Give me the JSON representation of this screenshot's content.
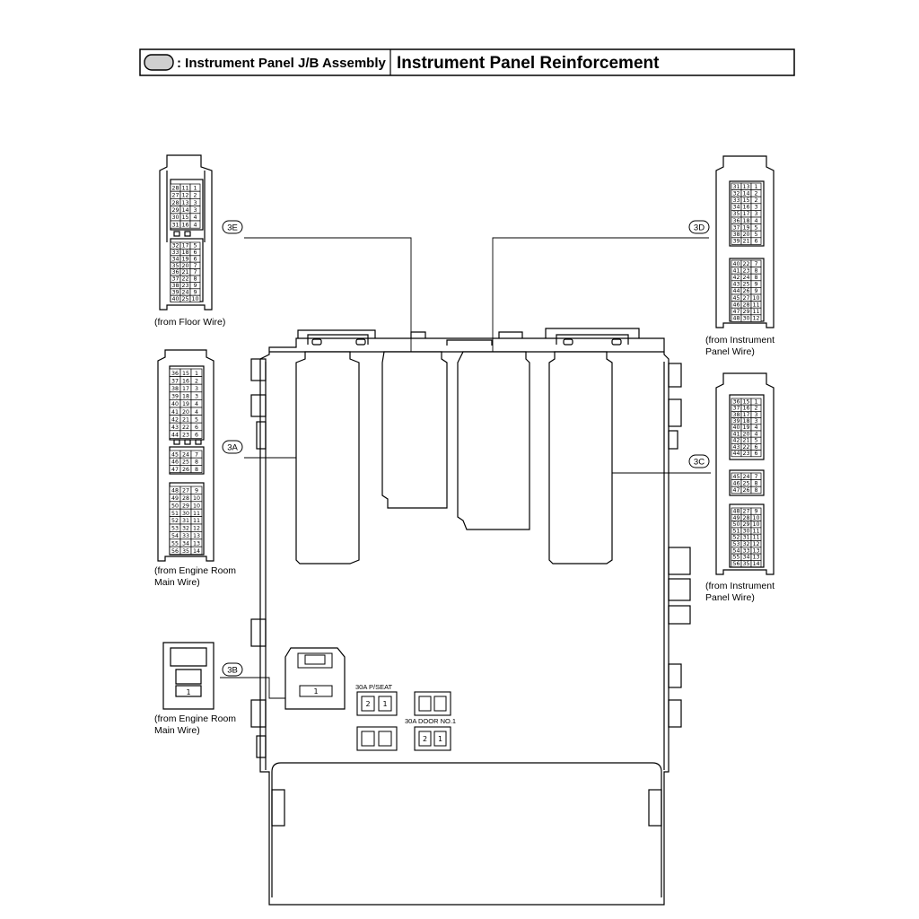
{
  "header": {
    "legend_text": ": Instrument Panel J/B Assembly",
    "location_title": "Instrument Panel Reinforcement"
  },
  "connectors": {
    "3E": {
      "id": "3E",
      "source": "(from Floor Wire)",
      "pins_a": [
        [
          "28",
          "11",
          "1"
        ],
        [
          "27",
          "12",
          "2"
        ],
        [
          "28",
          "13",
          "3"
        ],
        [
          "29",
          "14",
          "3"
        ],
        [
          "30",
          "15",
          "4"
        ],
        [
          "31",
          "16",
          "4"
        ]
      ],
      "pins_b": [
        [
          "32",
          "17",
          "5"
        ],
        [
          "33",
          "18",
          "6"
        ],
        [
          "34",
          "19",
          "6"
        ],
        [
          "35",
          "20",
          "7"
        ],
        [
          "36",
          "21",
          "7"
        ],
        [
          "37",
          "22",
          "8"
        ],
        [
          "38",
          "23",
          "9"
        ],
        [
          "39",
          "24",
          "9"
        ],
        [
          "40",
          "25",
          "10"
        ]
      ]
    },
    "3A": {
      "id": "3A",
      "source_line1": "(from Engine Room",
      "source_line2": "Main Wire)",
      "pins_a": [
        [
          "36",
          "15",
          "1"
        ],
        [
          "37",
          "16",
          "2"
        ],
        [
          "38",
          "17",
          "3"
        ],
        [
          "39",
          "18",
          "3"
        ],
        [
          "40",
          "19",
          "4"
        ],
        [
          "41",
          "20",
          "4"
        ],
        [
          "42",
          "21",
          "5"
        ],
        [
          "43",
          "22",
          "6"
        ],
        [
          "44",
          "23",
          "6"
        ]
      ],
      "pins_b": [
        [
          "45",
          "24",
          "7"
        ],
        [
          "46",
          "25",
          "8"
        ],
        [
          "47",
          "26",
          "8"
        ]
      ],
      "pins_c": [
        [
          "48",
          "27",
          "9"
        ],
        [
          "49",
          "28",
          "10"
        ],
        [
          "50",
          "29",
          "10"
        ],
        [
          "51",
          "30",
          "11"
        ],
        [
          "52",
          "31",
          "11"
        ],
        [
          "53",
          "32",
          "12"
        ],
        [
          "54",
          "33",
          "13"
        ],
        [
          "55",
          "34",
          "13"
        ],
        [
          "56",
          "35",
          "14"
        ]
      ]
    },
    "3B": {
      "id": "3B",
      "source_line1": "(from Engine Room",
      "source_line2": "Main Wire)",
      "pin": "1"
    },
    "3D": {
      "id": "3D",
      "source_line1": "(from Instrument",
      "source_line2": "Panel Wire)",
      "pins_a": [
        [
          "31",
          "13",
          "1"
        ],
        [
          "32",
          "14",
          "2"
        ],
        [
          "33",
          "15",
          "2"
        ],
        [
          "34",
          "16",
          "3"
        ],
        [
          "35",
          "17",
          "3"
        ],
        [
          "36",
          "18",
          "4"
        ],
        [
          "37",
          "19",
          "5"
        ],
        [
          "38",
          "20",
          "5"
        ],
        [
          "39",
          "21",
          "6"
        ]
      ],
      "pins_b": [
        [
          "40",
          "22",
          "7"
        ],
        [
          "41",
          "23",
          "8"
        ],
        [
          "42",
          "24",
          "8"
        ],
        [
          "43",
          "25",
          "9"
        ],
        [
          "44",
          "26",
          "9"
        ],
        [
          "45",
          "27",
          "10"
        ],
        [
          "46",
          "28",
          "11"
        ],
        [
          "47",
          "29",
          "11"
        ],
        [
          "48",
          "30",
          "12"
        ]
      ]
    },
    "3C": {
      "id": "3C",
      "source_line1": "(from Instrument",
      "source_line2": "Panel Wire)",
      "pins_a": [
        [
          "36",
          "15",
          "1"
        ],
        [
          "37",
          "16",
          "2"
        ],
        [
          "38",
          "17",
          "3"
        ],
        [
          "39",
          "18",
          "3"
        ],
        [
          "40",
          "19",
          "4"
        ],
        [
          "41",
          "20",
          "4"
        ],
        [
          "42",
          "21",
          "5"
        ],
        [
          "43",
          "22",
          "6"
        ],
        [
          "44",
          "23",
          "6"
        ]
      ],
      "pins_b": [
        [
          "45",
          "24",
          "7"
        ],
        [
          "46",
          "25",
          "8"
        ],
        [
          "47",
          "26",
          "8"
        ]
      ],
      "pins_c": [
        [
          "48",
          "27",
          "9"
        ],
        [
          "49",
          "28",
          "10"
        ],
        [
          "50",
          "29",
          "10"
        ],
        [
          "51",
          "30",
          "11"
        ],
        [
          "52",
          "31",
          "11"
        ],
        [
          "53",
          "32",
          "12"
        ],
        [
          "54",
          "33",
          "13"
        ],
        [
          "55",
          "34",
          "13"
        ],
        [
          "56",
          "35",
          "14"
        ]
      ]
    }
  },
  "junction_block": {
    "slot_3A": {
      "rows_a": [
        [
          "1",
          "15",
          "36"
        ],
        [
          "2",
          "16",
          "37"
        ],
        [
          "3",
          "17",
          "38"
        ],
        [
          "4",
          "18",
          "39"
        ],
        [
          "5",
          "19",
          "40"
        ],
        [
          "6",
          "20",
          "41"
        ],
        [
          "",
          "21",
          "42"
        ],
        [
          "",
          "22",
          "43"
        ],
        [
          "",
          "23",
          "44"
        ]
      ],
      "rows_b": [
        [
          "7",
          "24",
          "45"
        ],
        [
          "8",
          "25",
          "46"
        ],
        [
          "",
          "26",
          "47"
        ]
      ],
      "rows_c": [
        [
          "9",
          "27",
          "48"
        ],
        [
          "10",
          "28",
          "49"
        ],
        [
          "11",
          "29",
          "50"
        ],
        [
          "12",
          "30",
          "51"
        ],
        [
          "13",
          "31",
          "52"
        ],
        [
          "14",
          "32",
          "53"
        ],
        [
          "",
          "33",
          "54"
        ],
        [
          "",
          "34",
          "55"
        ],
        [
          "",
          "35",
          "56"
        ]
      ]
    },
    "slot_3E": {
      "rows_a": [
        [
          "1",
          "11",
          "26"
        ],
        [
          "2",
          "12",
          "27"
        ],
        [
          "3",
          "13",
          "28"
        ],
        [
          "4",
          "14",
          "29"
        ],
        [
          "",
          "15",
          "30"
        ],
        [
          "",
          "16",
          "31"
        ]
      ],
      "rows_b": [
        [
          "5",
          "17",
          "32"
        ],
        [
          "6",
          "18",
          "33"
        ],
        [
          "7",
          "19",
          "34"
        ],
        [
          "8",
          "20",
          "35"
        ],
        [
          "9",
          "21",
          "36"
        ],
        [
          "10",
          "22",
          "37"
        ],
        [
          "",
          "23",
          "38"
        ],
        [
          "",
          "24",
          "39"
        ],
        [
          "",
          "25",
          "40"
        ]
      ]
    },
    "slot_3D": {
      "rows_a": [
        [
          "1",
          "13",
          "31"
        ],
        [
          "2",
          "14",
          "32"
        ],
        [
          "3",
          "15",
          "33"
        ],
        [
          "4",
          "16",
          "34"
        ],
        [
          "5",
          "17",
          "35"
        ],
        [
          "6",
          "18",
          "36"
        ],
        [
          "",
          "19",
          "37"
        ],
        [
          "",
          "20",
          "38"
        ],
        [
          "",
          "21",
          "39"
        ]
      ],
      "rows_b": [
        [
          "7",
          "22",
          "40"
        ],
        [
          "8",
          "23",
          "41"
        ],
        [
          "9",
          "24",
          "42"
        ],
        [
          "10",
          "25",
          "43"
        ],
        [
          "11",
          "26",
          "44"
        ],
        [
          "12",
          "27",
          "45"
        ],
        [
          "",
          "28",
          "46"
        ],
        [
          "",
          "29",
          "47"
        ],
        [
          "",
          "30",
          "48"
        ]
      ]
    },
    "slot_3C": {
      "rows_a": [
        [
          "1",
          "15",
          "36"
        ],
        [
          "2",
          "16",
          "37"
        ],
        [
          "3",
          "17",
          "38"
        ],
        [
          "4",
          "18",
          "39"
        ],
        [
          "5",
          "19",
          "40"
        ],
        [
          "6",
          "20",
          "41"
        ],
        [
          "",
          "21",
          "42"
        ],
        [
          "",
          "22",
          "43"
        ],
        [
          "",
          "23",
          "44"
        ]
      ],
      "rows_b": [
        [
          "7",
          "24",
          "45"
        ],
        [
          "8",
          "25",
          "46"
        ],
        [
          "",
          "26",
          "47"
        ]
      ],
      "rows_c": [
        [
          "9",
          "27",
          "48"
        ],
        [
          "10",
          "28",
          "49"
        ],
        [
          "11",
          "29",
          "50"
        ],
        [
          "12",
          "30",
          "51"
        ],
        [
          "13",
          "31",
          "52"
        ],
        [
          "14",
          "32",
          "53"
        ],
        [
          "",
          "33",
          "54"
        ],
        [
          "",
          "34",
          "55"
        ],
        [
          "",
          "35",
          "56"
        ]
      ]
    },
    "slot_3B_pin": "1",
    "fuse_p_seat": {
      "label": "30A P/SEAT",
      "pins": [
        "2",
        "1"
      ]
    },
    "fuse_door": {
      "label": "30A DOOR NO.1",
      "pins": [
        "2",
        "1"
      ]
    }
  }
}
